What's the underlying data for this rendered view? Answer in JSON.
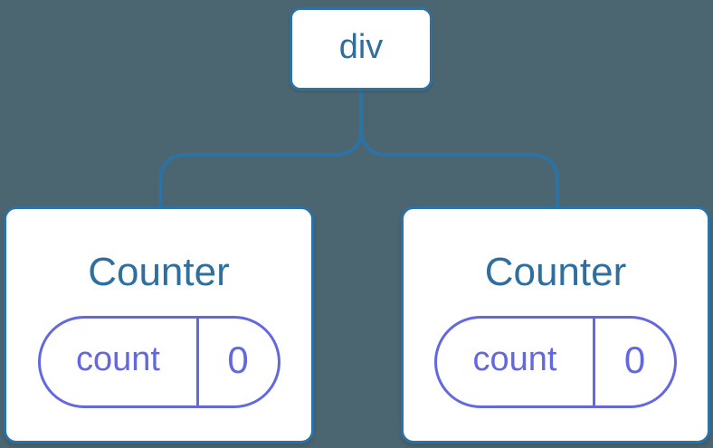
{
  "diagram": {
    "kind": "component-tree",
    "colors": {
      "background": "#4C6671",
      "node_border_blue": "#2E72A4",
      "node_text_blue": "#2F6F9F",
      "state_purple": "#6468DF",
      "card_background": "#ffffff"
    },
    "root": {
      "label": "div"
    },
    "children": [
      {
        "title": "Counter",
        "state": {
          "key": "count",
          "value": "0"
        }
      },
      {
        "title": "Counter",
        "state": {
          "key": "count",
          "value": "0"
        }
      }
    ]
  }
}
